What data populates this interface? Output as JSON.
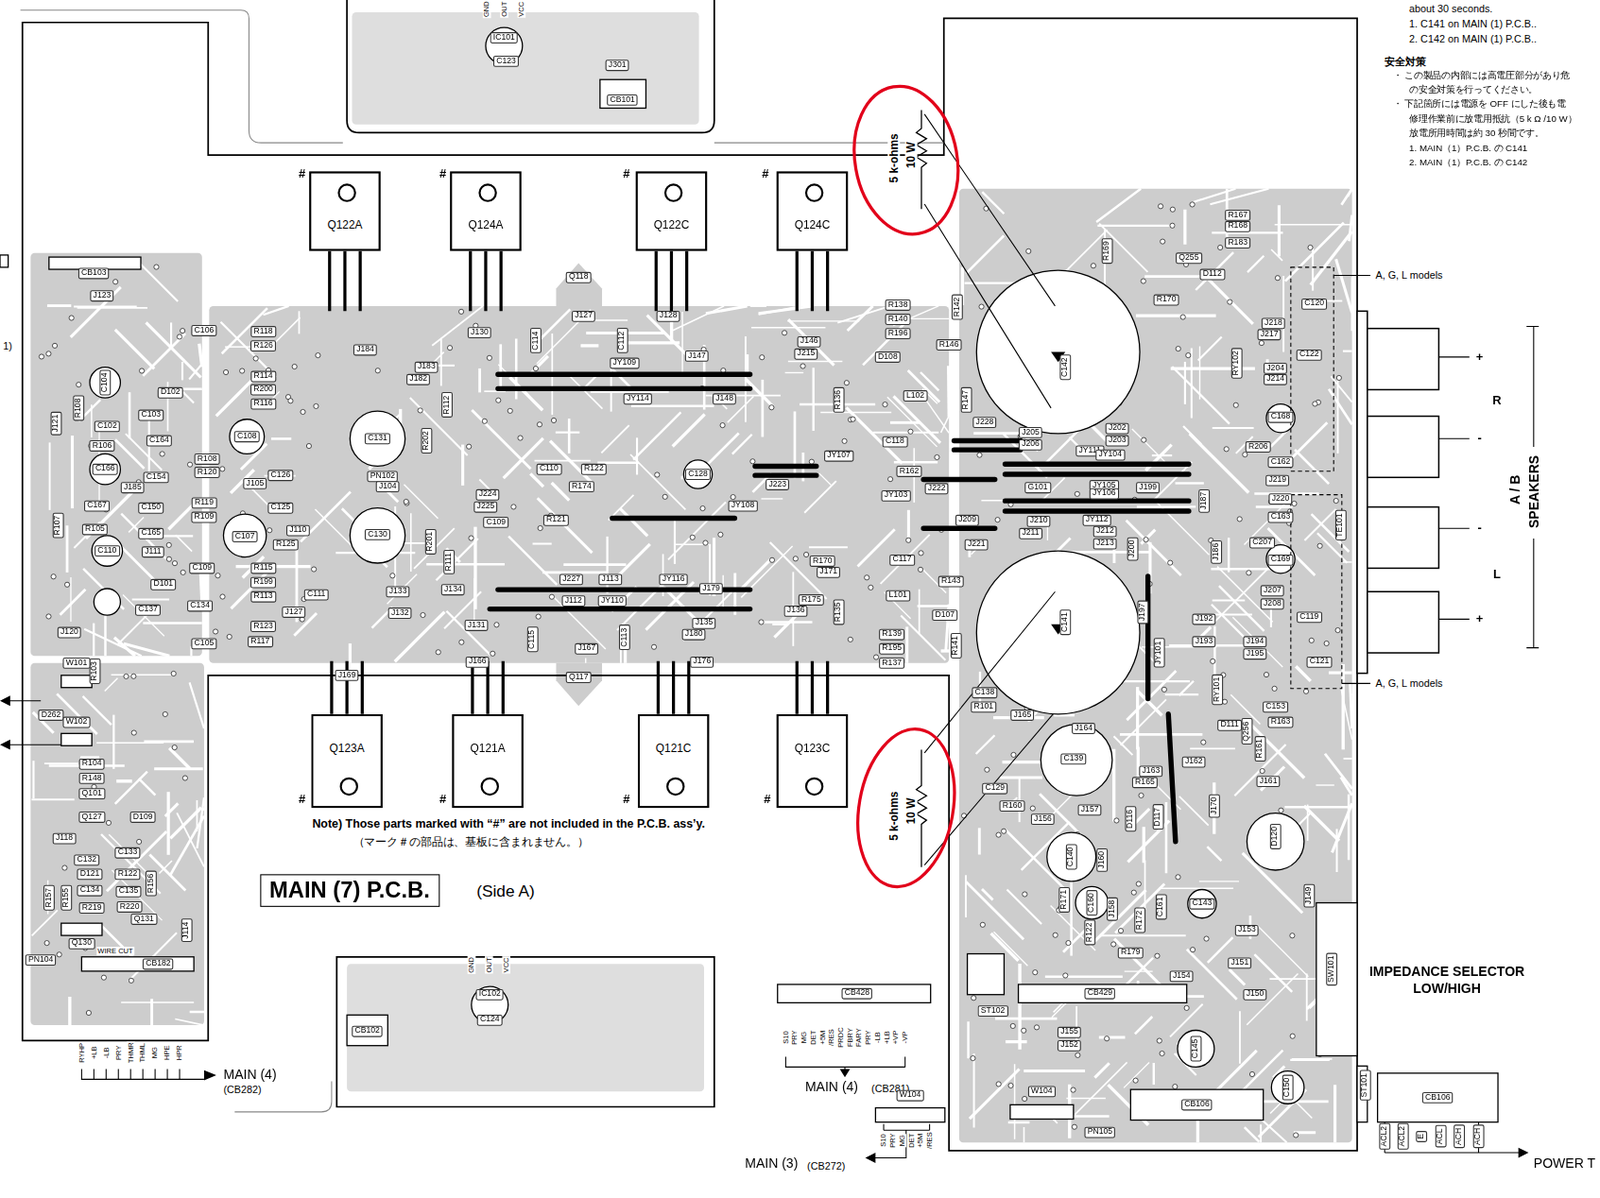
{
  "diagram": {
    "nodes": [
      {
        "text": [
          "Q122A"
        ]
      },
      {
        "text": [
          "Q124A"
        ]
      },
      {
        "text": [
          "Q122C"
        ]
      },
      {
        "text": [
          "Q124C"
        ]
      },
      {
        "text": [
          "Q123A"
        ]
      },
      {
        "text": [
          "Q121A"
        ]
      },
      {
        "text": [
          "Q121C"
        ]
      },
      {
        "text": [
          "Q123C"
        ]
      },
      {
        "text": [
          "MAIN (7) P.C.B."
        ]
      }
    ],
    "labels": [
      "about 30 seconds.",
      "1.  C141 on MAIN (1) P.C.B..",
      "2.  C142 on MAIN (1) P.C.B..",
      "安全対策",
      "・ この製品の内部には高電圧部分があり危",
      "の安全対策を行ってください。",
      "・ 下記箇所には電源を OFF にした後も電",
      "修理作業前に放電用抵抗（5 k Ω /10 W）",
      "放電所用時間は約 30 秒間です。",
      "1.  MAIN（1）P.C.B. の C141",
      "2.  MAIN（1）P.C.B. の C142",
      "#",
      "#",
      "#",
      "#",
      "#",
      "#",
      "#",
      "#",
      "Note)  Those parts marked with “#” are not included in the P.C.B. ass’y.",
      "（マーク＃の部品は、基板に含まれません。）",
      "(Side A)",
      "5 k-ohms",
      "10 W",
      "5 k-ohms",
      "10 W",
      "A, G, L models",
      "A, G, L models",
      "+",
      "-",
      "R",
      "-",
      "L",
      "+",
      "A / B",
      "SPEAKERS",
      "IMPEDANCE SELECTOR",
      "LOW/HIGH",
      "MAIN (4)",
      "(CB282)",
      "MAIN (4)",
      "(CB281)",
      "MAIN (3)",
      "(CB272)",
      "POWER T",
      "1)",
      "RYHP",
      "+LB",
      "-LB",
      "PRY",
      "THMR",
      "THML",
      "MG",
      "HPE",
      "HPR",
      "S10",
      "PRY",
      "MG",
      "DET",
      "+5M",
      "/RES",
      "PRDC",
      "FBRY",
      "FARY",
      "PRY",
      "-LB",
      "+LB",
      "+VP",
      "-VP",
      "S10",
      "PRY",
      "MG",
      "DET",
      "+5M",
      "/RES",
      "ACL2",
      "ACL2",
      "E",
      "ACL",
      "ACH",
      "ACH",
      "GND",
      "OUT",
      "VCC",
      "IC101",
      "C123",
      "J301",
      "CB101",
      "GND",
      "OUT",
      "VCC",
      "IC102",
      "C124",
      "CB102",
      "CB103",
      "J123",
      "C106",
      "R118",
      "R126",
      "R114",
      "R200",
      "R116",
      "C104",
      "D102",
      "C103",
      "C102",
      "R106",
      "C164",
      "C108",
      "C166",
      "R108",
      "R120",
      "C154",
      "J185",
      "J105",
      "C126",
      "J121",
      "R108",
      "C167",
      "C150",
      "R119",
      "R109",
      "C125",
      "R105",
      "R107",
      "C165",
      "C107",
      "J110",
      "C110",
      "J111",
      "R125",
      "C109",
      "R115",
      "R199",
      "R113",
      "D101",
      "C111",
      "C137",
      "C134",
      "J127",
      "R123",
      "R117",
      "C105",
      "J120",
      "R103",
      "W101",
      "D262",
      "W102",
      "R104",
      "R148",
      "Q101",
      "Q127",
      "D109",
      "J118",
      "C133",
      "C132",
      "D121",
      "R122",
      "R157",
      "R155",
      "C134",
      "C135",
      "R156",
      "R219",
      "R220",
      "Q130",
      "Q131",
      "PN104",
      "WIRE CUT",
      "CB182",
      "J114",
      "J184",
      "J130",
      "J183",
      "J182",
      "R112",
      "C131",
      "R202",
      "PN102",
      "J104",
      "C130",
      "R201",
      "R111",
      "J133",
      "J134",
      "J132",
      "J131",
      "J224",
      "J225",
      "C109",
      "R121",
      "R174",
      "R122",
      "C110",
      "C128",
      "J223",
      "J222",
      "JY107",
      "R136",
      "JY114",
      "J148",
      "JY109",
      "J147",
      "J146",
      "J215",
      "J127",
      "J128",
      "Q118",
      "C114",
      "C112",
      "JY108",
      "JY116",
      "J113",
      "J227",
      "J112",
      "JY110",
      "J179",
      "J135",
      "J180",
      "J166",
      "J167",
      "Q117",
      "C113",
      "C115",
      "J176",
      "J169",
      "R170",
      "J171",
      "R175",
      "J136",
      "R135",
      "C117",
      "L101",
      "R139",
      "R195",
      "R137",
      "R143",
      "D107",
      "R141",
      "R138",
      "R140",
      "R196",
      "R142",
      "D108",
      "R146",
      "L102",
      "R147",
      "C118",
      "R162",
      "JY103",
      "J209",
      "J221",
      "C142",
      "C141",
      "J228",
      "J205",
      "J206",
      "JY111",
      "G101",
      "JY105",
      "JY106",
      "J210",
      "J211",
      "JY112",
      "J212",
      "J213",
      "J202",
      "J203",
      "JY104",
      "J199",
      "J200",
      "JY101",
      "J197",
      "R170",
      "Q255",
      "D112",
      "R167",
      "R168",
      "R183",
      "R169",
      "J218",
      "J217",
      "RY102",
      "J204",
      "J214",
      "C120",
      "C122",
      "C168",
      "R206",
      "C162",
      "J219",
      "J220",
      "C163",
      "C207",
      "C169",
      "J207",
      "J208",
      "C119",
      "J194",
      "J195",
      "C121",
      "J192",
      "J193",
      "RY101",
      "D111",
      "Q256",
      "C153",
      "R163",
      "R161",
      "TE101",
      "J186",
      "J187",
      "C138",
      "R101",
      "J165",
      "J164",
      "C139",
      "C129",
      "R160",
      "J156",
      "J157",
      "R165",
      "J163",
      "D116",
      "D117",
      "J162",
      "J161",
      "J170",
      "D120",
      "C140",
      "J160",
      "R171",
      "C160",
      "J158",
      "C161",
      "C143",
      "R172",
      "R122",
      "R179",
      "J149",
      "J153",
      "J151",
      "J154",
      "J150",
      "J155",
      "J152",
      "C145",
      "C150",
      "ST102",
      "PN105",
      "W104",
      "W104",
      "CB106",
      "ST101",
      "CB106",
      "SW101",
      "CB428",
      "CB429"
    ]
  }
}
